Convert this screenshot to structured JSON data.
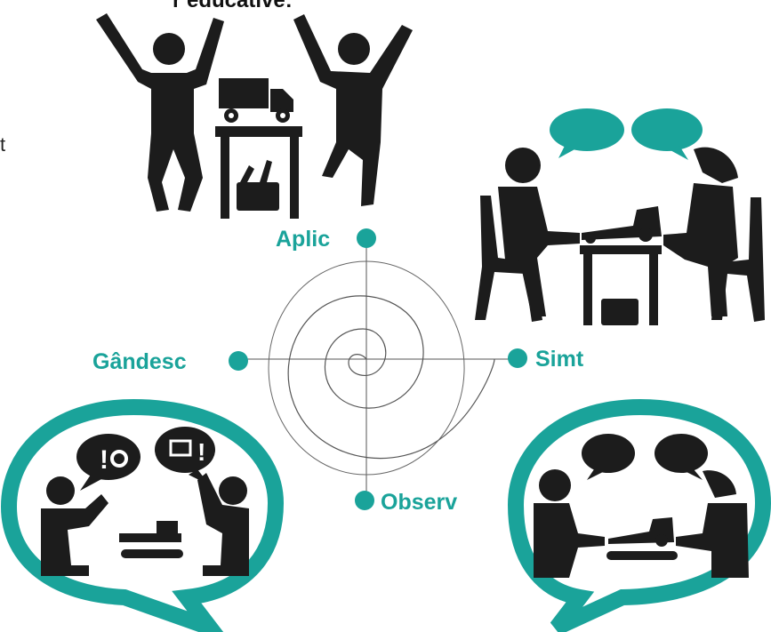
{
  "header_fragment": "r educative:",
  "edge_fragment": "t",
  "stages": {
    "aplic": "Aplic",
    "gandesc": "Gândesc",
    "simt": "Simt",
    "observ": "Observ"
  },
  "colors": {
    "accent": "#1aa39a",
    "figure": "#1c1c1c",
    "line": "#555555"
  },
  "icons": {
    "bubble_top_left": "exclamation-mark-and-gear",
    "bubble_top_right": "rectangle-and-exclamation-mark"
  }
}
